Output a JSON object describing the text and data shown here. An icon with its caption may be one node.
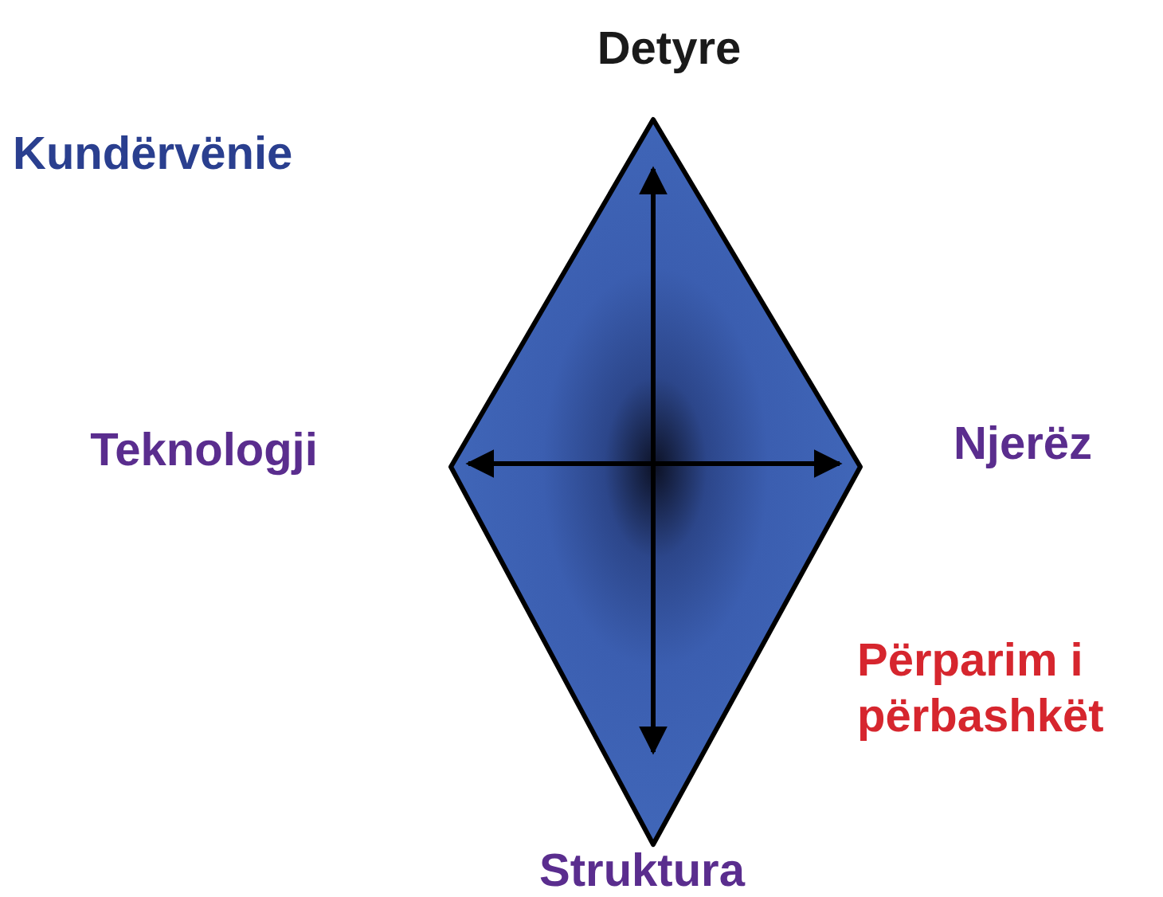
{
  "diagram": {
    "labels": [
      "Detyre",
      "Kundërvënie",
      "Teknologji",
      "Njerëz",
      "Përparim i përbashkët",
      "Struktura"
    ]
  }
}
